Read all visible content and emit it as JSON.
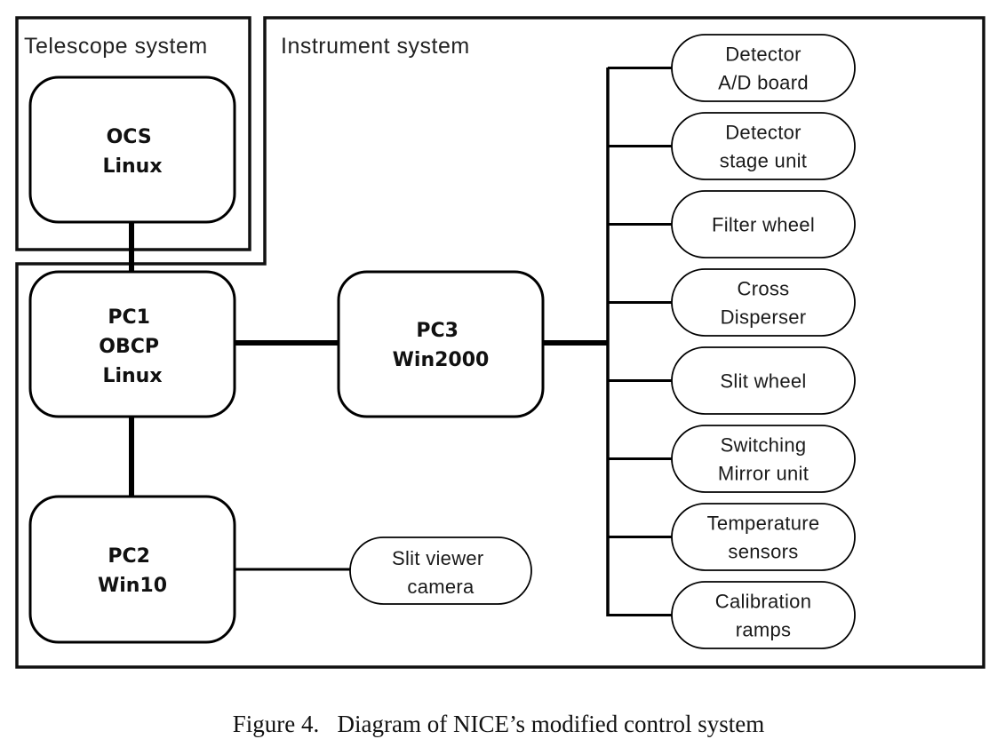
{
  "groups": {
    "telescope": {
      "label": "Telescope system"
    },
    "instrument": {
      "label": "Instrument system"
    }
  },
  "nodes": {
    "ocs": {
      "lines": [
        "OCS",
        "Linux"
      ]
    },
    "pc1": {
      "lines": [
        "PC1",
        "OBCP",
        "Linux"
      ]
    },
    "pc2": {
      "lines": [
        "PC2",
        "Win10"
      ]
    },
    "pc3": {
      "lines": [
        "PC3",
        "Win2000"
      ]
    }
  },
  "devices": [
    {
      "id": "detector-ad-board",
      "lines": [
        "Detector",
        "A/D board"
      ]
    },
    {
      "id": "detector-stage-unit",
      "lines": [
        "Detector",
        "stage unit"
      ]
    },
    {
      "id": "filter-wheel",
      "lines": [
        "Filter wheel"
      ]
    },
    {
      "id": "cross-disperser",
      "lines": [
        "Cross",
        "Disperser"
      ]
    },
    {
      "id": "slit-wheel",
      "lines": [
        "Slit wheel"
      ]
    },
    {
      "id": "switching-mirror-unit",
      "lines": [
        "Switching",
        "Mirror unit"
      ]
    },
    {
      "id": "temperature-sensors",
      "lines": [
        "Temperature",
        "sensors"
      ]
    },
    {
      "id": "calibration-ramps",
      "lines": [
        "Calibration",
        "ramps"
      ]
    }
  ],
  "pc2_device": {
    "id": "slit-viewer-camera",
    "lines": [
      "Slit viewer",
      "camera"
    ]
  },
  "connections": [
    {
      "from": "ocs",
      "to": "pc1",
      "weight": "thick"
    },
    {
      "from": "pc1",
      "to": "pc3",
      "weight": "thick"
    },
    {
      "from": "pc1",
      "to": "pc2",
      "weight": "thick"
    },
    {
      "from": "pc3",
      "to": "device-bus",
      "weight": "thick"
    },
    {
      "from": "pc2",
      "to": "slit-viewer-camera",
      "weight": "normal"
    }
  ],
  "caption": {
    "label": "Figure 4.",
    "text": "Diagram of NICE’s modified control system"
  }
}
